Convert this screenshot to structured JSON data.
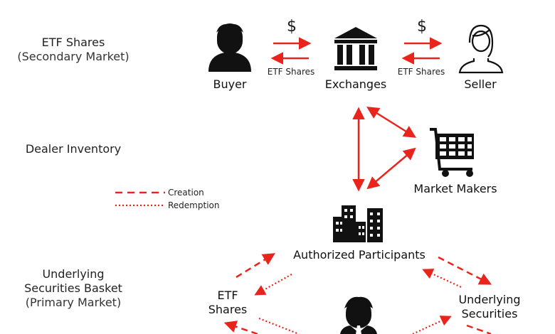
{
  "labels": {
    "etf_shares_secondary": {
      "line1": "ETF Shares",
      "line2": "(Secondary Market)"
    },
    "dealer_inventory": "Dealer Inventory",
    "underlying_basket": {
      "line1": "Underlying",
      "line2": "Securities Basket",
      "line3": "(Primary Market)"
    }
  },
  "nodes": {
    "buyer": "Buyer",
    "exchanges": "Exchanges",
    "seller": "Seller",
    "market_makers": "Market Makers",
    "authorized_participants": "Authorized Participants",
    "etf_shares": {
      "line1": "ETF",
      "line2": "Shares"
    },
    "underlying_securities": {
      "line1": "Underlying",
      "line2": "Securities"
    }
  },
  "flows": {
    "dollar_symbol": "$",
    "etf_shares_label": "ETF Shares"
  },
  "legend": {
    "creation": "Creation",
    "redemption": "Redemption"
  },
  "colors": {
    "accent": "#e8241c",
    "icon": "#111111"
  }
}
